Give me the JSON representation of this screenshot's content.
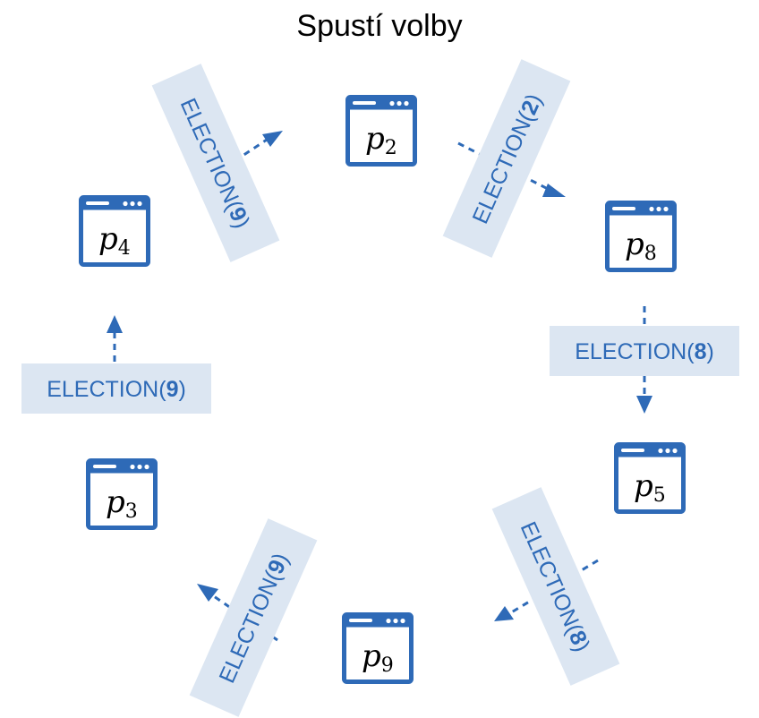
{
  "title": "Spustí volby",
  "processes": [
    {
      "id": "p2",
      "letter": "p",
      "index": "2"
    },
    {
      "id": "p8",
      "letter": "p",
      "index": "8"
    },
    {
      "id": "p5",
      "letter": "p",
      "index": "5"
    },
    {
      "id": "p9",
      "letter": "p",
      "index": "9"
    },
    {
      "id": "p3",
      "letter": "p",
      "index": "3"
    },
    {
      "id": "p4",
      "letter": "p",
      "index": "4"
    }
  ],
  "messages": [
    {
      "label": "ELECTION(",
      "value": "2",
      "close": ")"
    },
    {
      "label": "ELECTION(",
      "value": "8",
      "close": ")"
    },
    {
      "label": "ELECTION(",
      "value": "8",
      "close": ")"
    },
    {
      "label": "ELECTION(",
      "value": "9",
      "close": ")"
    },
    {
      "label": "ELECTION(",
      "value": "9",
      "close": ")"
    },
    {
      "label": "ELECTION(",
      "value": "9",
      "close": ")"
    }
  ],
  "colors": {
    "accent": "#2e6ab7",
    "message_background": "#dce6f2"
  },
  "icons": {
    "process": "browser-window-icon"
  }
}
